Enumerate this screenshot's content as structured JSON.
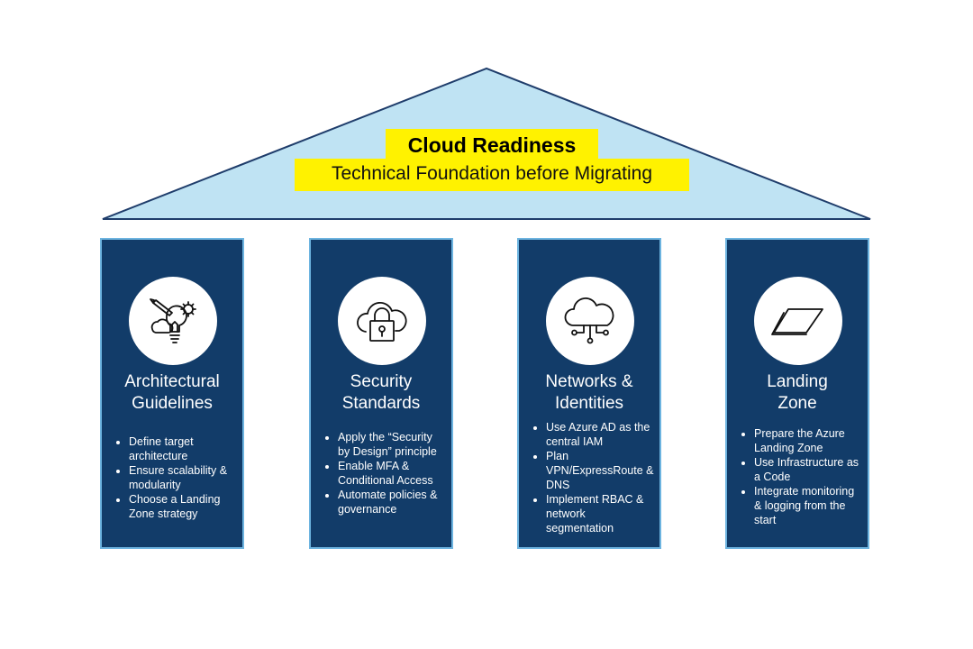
{
  "roof": {
    "title": "Cloud Readiness",
    "subtitle": "Technical Foundation before Migrating"
  },
  "colors": {
    "roof_fill": "#bfe3f3",
    "roof_stroke": "#1f3d6b",
    "highlight": "#fff200",
    "pillar_fill": "#123c69",
    "pillar_border": "#6db4e0"
  },
  "pillars": [
    {
      "icon": "lightbulb-gear-icon",
      "title_line1": "Architectural",
      "title_line2": "Guidelines",
      "bullets": [
        "Define target architecture",
        "Ensure scalability & modularity",
        "Choose a Landing Zone strategy"
      ]
    },
    {
      "icon": "cloud-lock-icon",
      "title_line1": "Security",
      "title_line2": "Standards",
      "bullets": [
        "Apply the “Security by Design” principle",
        "Enable MFA & Conditional Access",
        "Automate policies & governance"
      ]
    },
    {
      "icon": "cloud-network-icon",
      "title_line1": "Networks &",
      "title_line2": "Identities",
      "bullets": [
        "Use Azure AD as the central IAM",
        "Plan VPN/ExpressRoute & DNS",
        "Implement RBAC & network segmentation"
      ]
    },
    {
      "icon": "landing-zone-icon",
      "title_line1": "Landing",
      "title_line2": "Zone",
      "bullets": [
        "Prepare the Azure Landing Zone",
        "Use Infrastructure as a Code",
        "Integrate monitoring & logging from the start"
      ]
    }
  ]
}
